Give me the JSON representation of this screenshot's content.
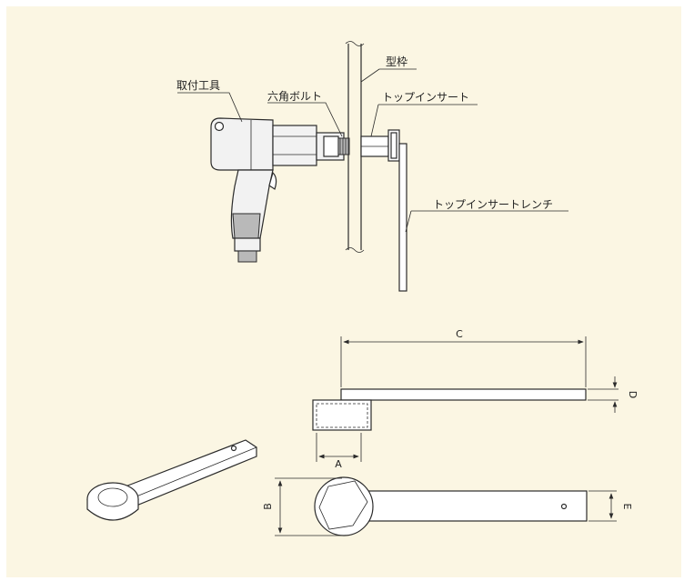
{
  "labels": {
    "mounting_tool": "取付工具",
    "hex_bolt": "六角ボルト",
    "formwork": "型枠",
    "top_insert": "トップインサート",
    "top_insert_wrench": "トップインサートレンチ"
  },
  "dimensions": {
    "a": "A",
    "b": "B",
    "c": "C",
    "d": "D",
    "e": "E"
  }
}
